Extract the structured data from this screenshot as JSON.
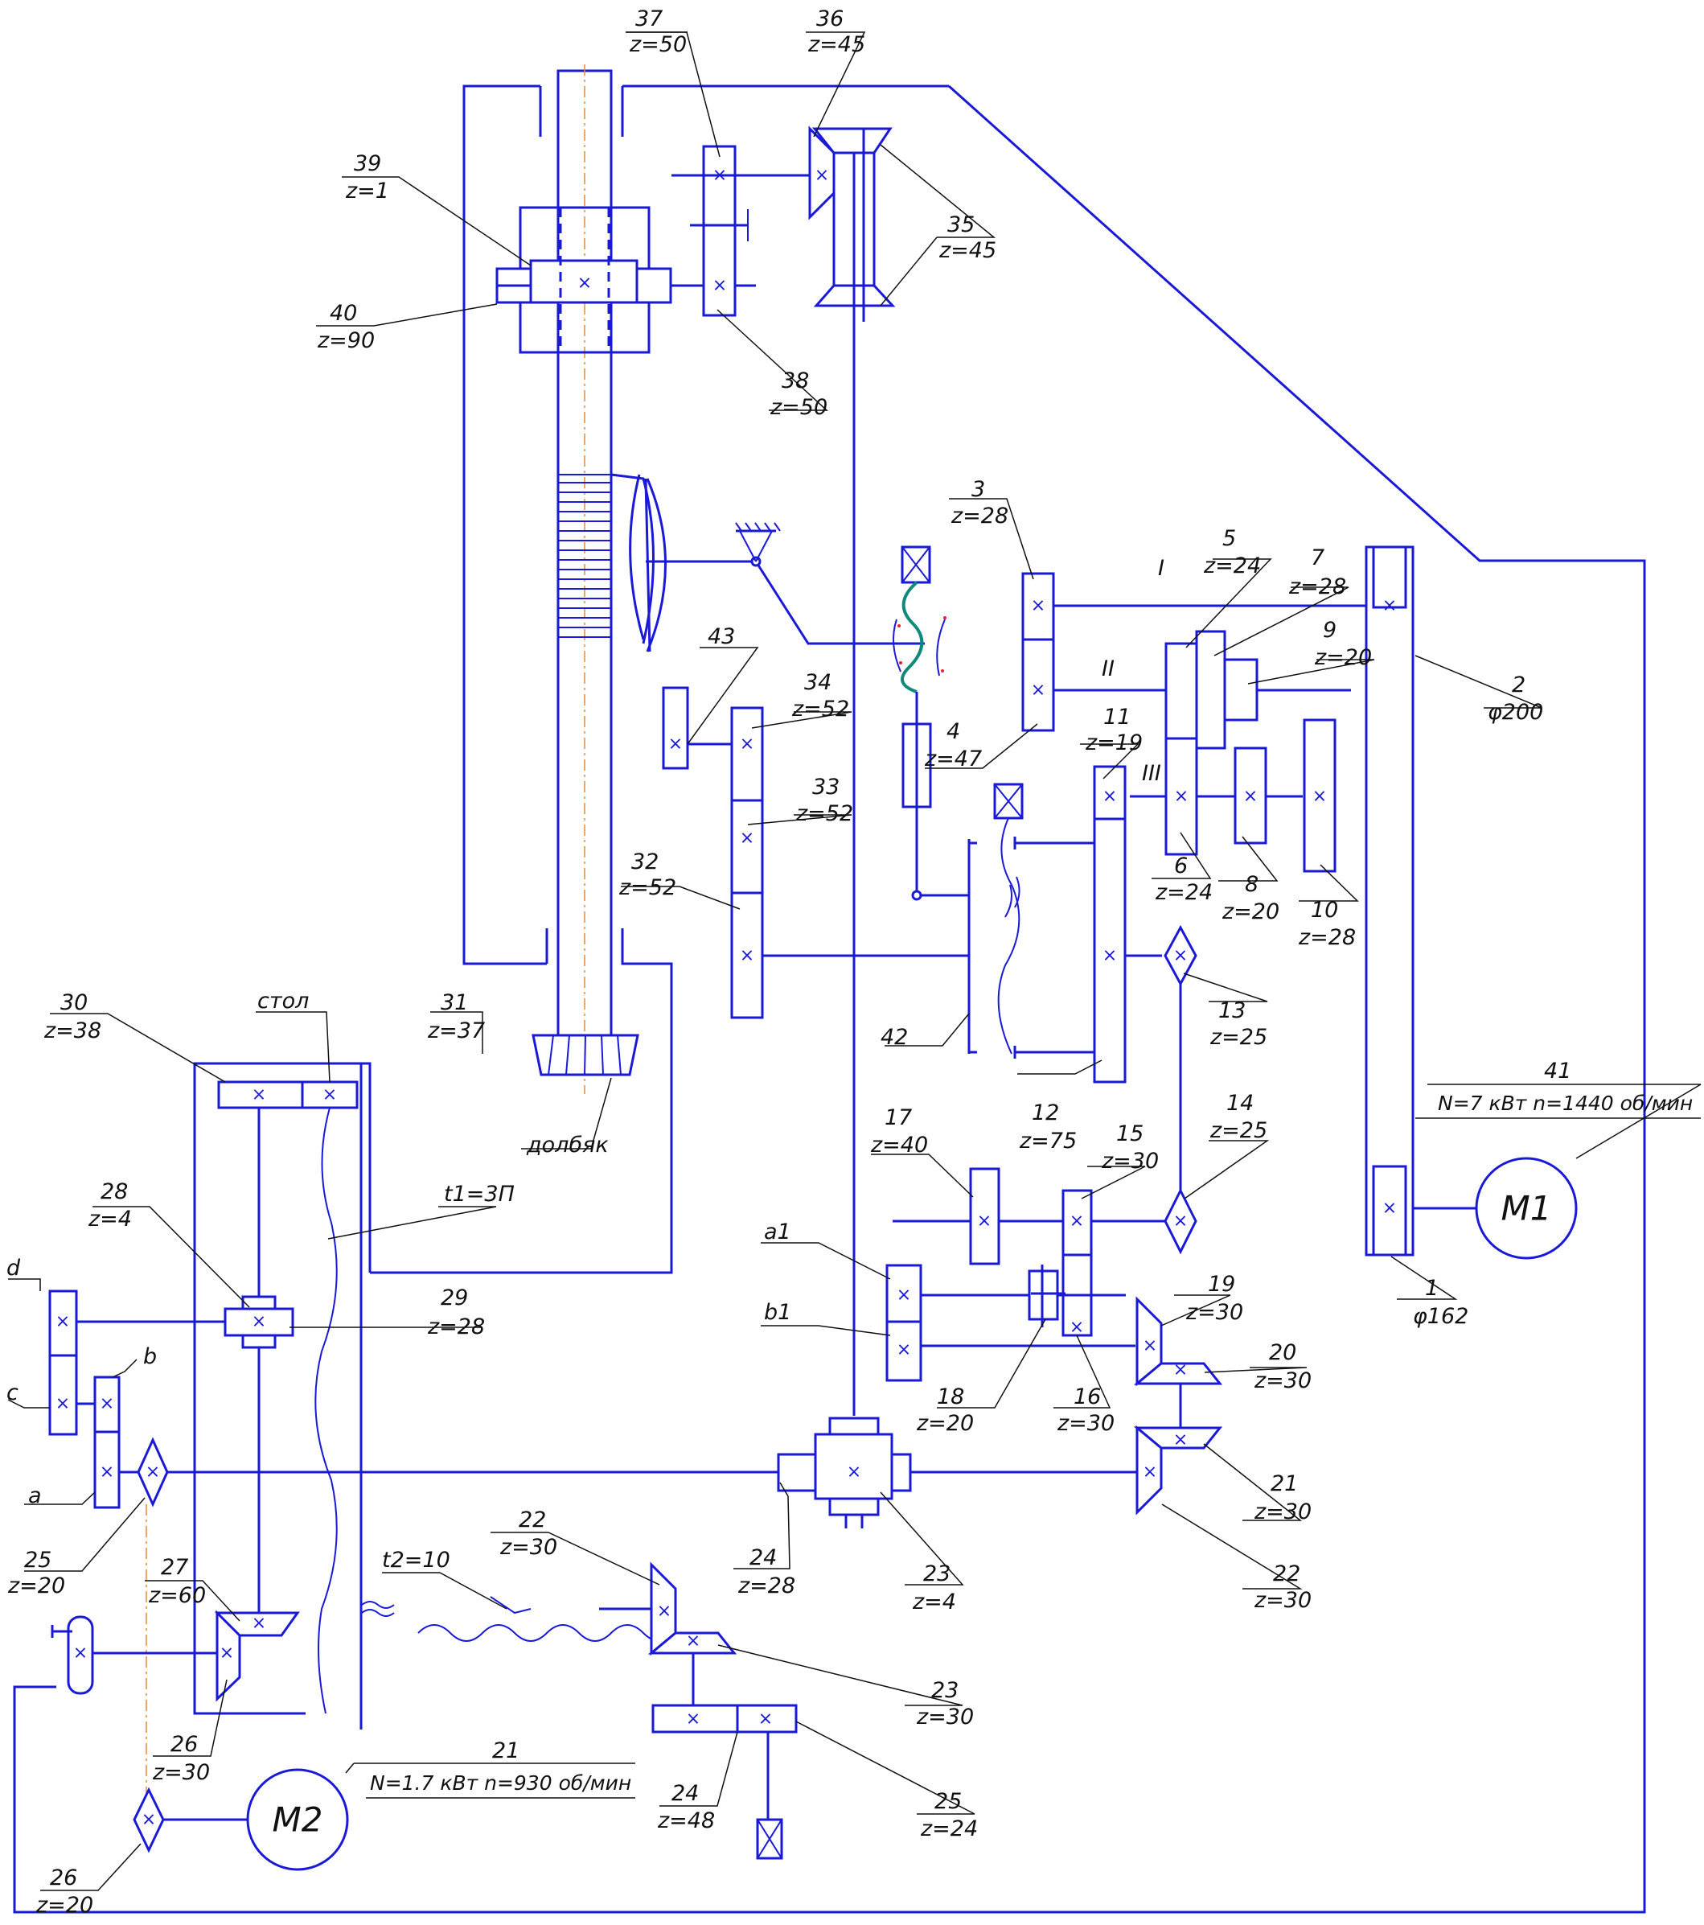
{
  "labels": {
    "g37": [
      "37",
      "z=50"
    ],
    "g36": [
      "36",
      "z=45"
    ],
    "g39": [
      "39",
      "z=1"
    ],
    "g35": [
      "35",
      "z=45"
    ],
    "g40": [
      "40",
      "z=90"
    ],
    "g38": [
      "38",
      "z=50"
    ],
    "g3": [
      "3",
      "z=28"
    ],
    "g5": [
      "5",
      "z=24"
    ],
    "g7": [
      "7",
      "z=28"
    ],
    "g9": [
      "9",
      "z=20"
    ],
    "g2": [
      "2",
      "φ200"
    ],
    "g43": [
      "43",
      ""
    ],
    "g34": [
      "34",
      "z=52"
    ],
    "g33": [
      "33",
      "z=52"
    ],
    "g4": [
      "4",
      "z=47"
    ],
    "g11": [
      "11",
      "z=19"
    ],
    "g32": [
      "32",
      "z=52"
    ],
    "g6": [
      "6",
      "z=24"
    ],
    "g8": [
      "8",
      "z=20"
    ],
    "g10": [
      "10",
      "z=28"
    ],
    "g13": [
      "13",
      "z=25"
    ],
    "g42": [
      "42",
      ""
    ],
    "g30": [
      "30",
      "z=38"
    ],
    "table": [
      "стол",
      ""
    ],
    "g31": [
      "31",
      "z=37"
    ],
    "g12": [
      "12",
      "z=75"
    ],
    "g17": [
      "17",
      "z=40"
    ],
    "g15": [
      "15",
      "z=30"
    ],
    "g14": [
      "14",
      "z=25"
    ],
    "cutter": [
      "долбяк",
      ""
    ],
    "t1": [
      "t1=3П",
      ""
    ],
    "g28": [
      "28",
      "z=4"
    ],
    "g29": [
      "29",
      "z=28"
    ],
    "a1": [
      "a1",
      ""
    ],
    "b1": [
      "b1",
      ""
    ],
    "g19": [
      "19",
      "z=30"
    ],
    "g20": [
      "20",
      "z=30"
    ],
    "g18": [
      "18",
      "z=20"
    ],
    "g16": [
      "16",
      "z=30"
    ],
    "d": [
      "d",
      ""
    ],
    "c": [
      "c",
      ""
    ],
    "b": [
      "b",
      ""
    ],
    "a": [
      "a",
      ""
    ],
    "g25l": [
      "25",
      "z=20"
    ],
    "g21r": [
      "21",
      "z=30"
    ],
    "g24m": [
      "24",
      "z=28"
    ],
    "g23m": [
      "23",
      "z=4"
    ],
    "g22r": [
      "22",
      "z=30"
    ],
    "g22": [
      "22",
      "z=30"
    ],
    "g27": [
      "27",
      "z=60"
    ],
    "t2": [
      "t2=10",
      ""
    ],
    "g23b": [
      "23",
      "z=30"
    ],
    "g26l": [
      "26",
      "z=30"
    ],
    "g24b": [
      "24",
      "z=48"
    ],
    "g25b": [
      "25",
      "z=24"
    ],
    "g26b": [
      "26",
      "z=20"
    ],
    "g1": [
      "1",
      "φ162"
    ],
    "m1": [
      "41",
      "N=7 кВт n=1440 об/мин"
    ],
    "m2": [
      "21",
      "N=1.7 кВт n=930 об/мин"
    ]
  },
  "roman": {
    "r1": "I",
    "r2": "II",
    "r3": "III"
  },
  "motors": {
    "m1": "M1",
    "m2": "M2"
  },
  "gear_mark": "×"
}
